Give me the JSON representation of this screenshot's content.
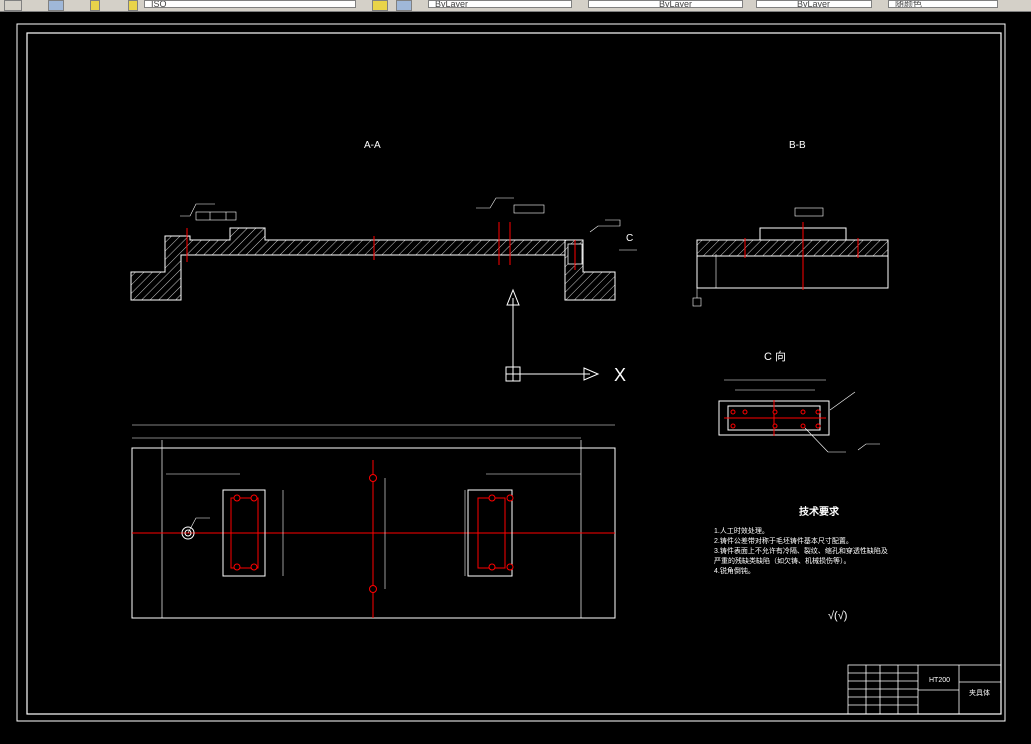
{
  "toolbar": {
    "layer_combo": "ISO",
    "color_combo": "ByLayer",
    "linetype_combo": "ByLayer",
    "lineweight_combo": "ByLayer",
    "plotstyle_combo": "随颜色"
  },
  "drawing": {
    "section_aa": "A-A",
    "section_bb": "B-B",
    "view_c_arrow": "C",
    "view_c_title": "C 向",
    "ucs_x": "X",
    "tech_title": "技术要求",
    "tech_notes": [
      "1.人工时效处理。",
      "2.铸件公差带对称于毛坯铸件基本尺寸配置。",
      "3.铸件表面上不允许有冷隔、裂纹、缩孔和穿透性缺陷及",
      "严重的残缺类缺陷（如欠铸、机械损伤等）。",
      "4.锐角倒钝。"
    ],
    "roughness_note": "√(√)",
    "title_block": {
      "material": "HT200",
      "part_name": "夹具体"
    },
    "colors": {
      "background": "#000000",
      "line": "#ffffff",
      "center": "#ff0000"
    }
  }
}
